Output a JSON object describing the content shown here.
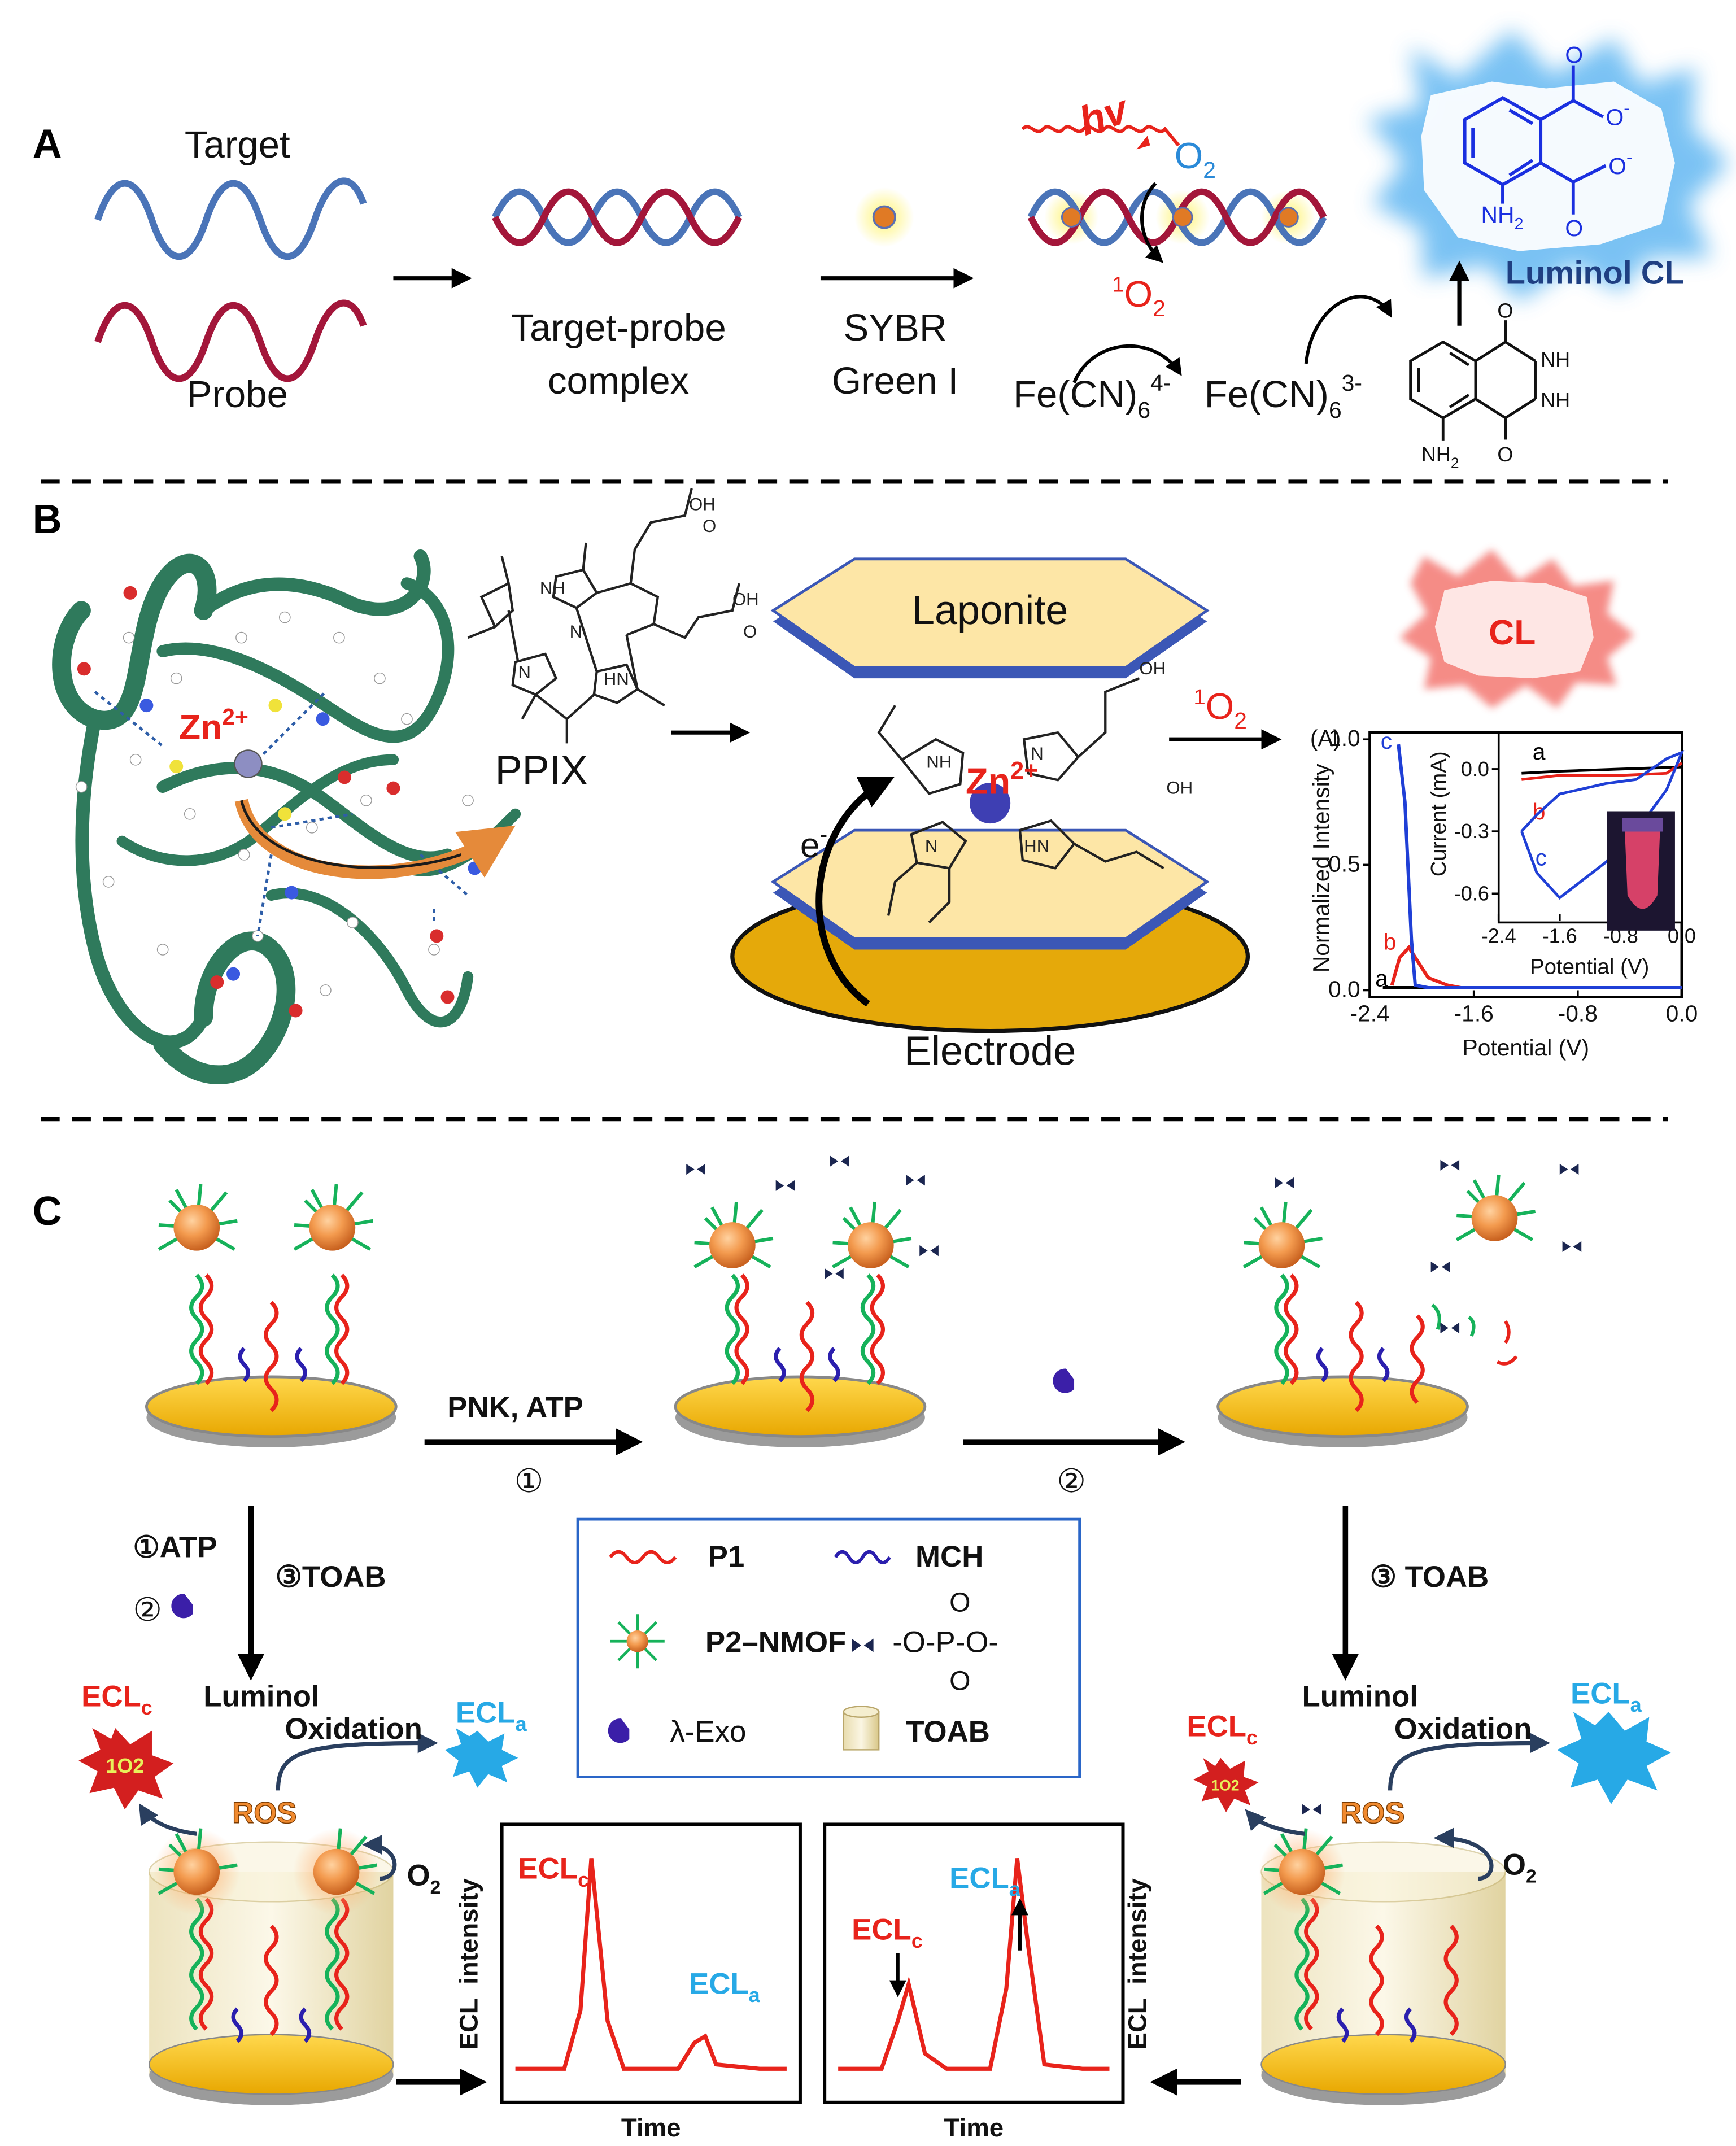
{
  "panels": {
    "a": {
      "letter": "A",
      "target": "Target",
      "probe": "Probe",
      "complex_line1": "Target-probe",
      "complex_line2": "complex",
      "sybr_line1": "SYBR",
      "sybr_line2": "Green I",
      "hv": "hv",
      "o2": "O",
      "o2_sub": "2",
      "singlet_sup": "1",
      "singlet_o": "O",
      "singlet_sub": "2",
      "fe_left": "Fe(CN)",
      "fe_left_sub": "6",
      "fe_left_sup": "4-",
      "fe_right": "Fe(CN)",
      "fe_right_sub": "6",
      "fe_right_sup": "3-",
      "luminol_cl": "Luminol CL",
      "o_minus": "O",
      "minus": "-",
      "nh2": "NH",
      "nh2_sub": "2",
      "nh": "NH",
      "o": "O"
    },
    "b": {
      "letter": "B",
      "zn": "Zn",
      "zn_sup": "2+",
      "ppix": "PPIX",
      "laponite": "Laponite",
      "electrode": "Electrode",
      "e_minus": "e",
      "e_sup": "-",
      "singlet_sup": "1",
      "singlet_o": "O",
      "singlet_sub": "2",
      "cl": "CL",
      "oh": "OH",
      "o": "O",
      "n": "N",
      "nh": "NH",
      "hn": "HN"
    },
    "c": {
      "letter": "C",
      "pnk_atp": "PNK, ATP",
      "step1": "①",
      "step2": "②",
      "step3_toab": "③ TOAB",
      "left_step1": "①ATP",
      "left_step2": "②",
      "left_step3": "③TOAB",
      "luminol": "Luminol",
      "oxidation": "Oxidation",
      "ecl_a": "ECL",
      "ecl_a_sub": "a",
      "ecl_c": "ECL",
      "ecl_c_sub": "c",
      "ros": "ROS",
      "singlet": "1O2",
      "o2": "O",
      "o2_sub": "2",
      "legend": {
        "p1": "P1",
        "mch": "MCH",
        "p2": "P2–NMOF",
        "phosphate": "-O-P-O-",
        "phosphate_o": "O",
        "exo": "λ-Exo",
        "toab": "TOAB"
      },
      "box_ylabel": "ECL  intensity",
      "box_xlabel": "Time"
    }
  },
  "chart_data": [
    {
      "type": "line",
      "panel": "B",
      "title": "(A)",
      "xlabel": "Potential (V)",
      "ylabel": "Normalized Intensity",
      "xlim": [
        -2.4,
        0.0
      ],
      "ylim": [
        0.0,
        1.0
      ],
      "xticks": [
        "-2.4",
        "-1.6",
        "-0.8",
        "0.0"
      ],
      "yticks": [
        "0.0",
        "0.5",
        "1.0"
      ],
      "series": [
        {
          "name": "a",
          "color": "#000000",
          "x": [
            -2.3,
            -2.2,
            -2.0,
            -1.8,
            0.0
          ],
          "y": [
            0.01,
            0.01,
            0.01,
            0.01,
            0.01
          ]
        },
        {
          "name": "b",
          "color": "#e8231b",
          "x": [
            -2.23,
            -2.17,
            -2.1,
            -1.95,
            -1.8,
            -1.7,
            0.0
          ],
          "y": [
            0.02,
            0.13,
            0.17,
            0.05,
            0.02,
            0.01,
            0.01
          ]
        },
        {
          "name": "c",
          "color": "#1f3fd6",
          "x": [
            -2.18,
            -2.13,
            -2.08,
            -2.05,
            -1.95,
            0.0
          ],
          "y": [
            0.98,
            0.75,
            0.2,
            0.02,
            0.01,
            0.01
          ]
        }
      ]
    },
    {
      "type": "line",
      "panel": "B inset",
      "xlabel": "Potential (V)",
      "ylabel": "Current (mA)",
      "xlim": [
        -2.4,
        0.0
      ],
      "ylim": [
        -0.7,
        0.15
      ],
      "xticks": [
        "-2.4",
        "-1.6",
        "-0.8",
        "0.0"
      ],
      "yticks": [
        "0.0",
        "-0.3",
        "-0.6"
      ],
      "series": [
        {
          "name": "a",
          "color": "#000000",
          "x": [
            -2.1,
            -1.6,
            -0.8,
            0.0
          ],
          "y": [
            -0.02,
            -0.01,
            0.0,
            0.01
          ]
        },
        {
          "name": "b",
          "color": "#e8231b",
          "x": [
            -2.1,
            -1.6,
            -0.8,
            -0.2,
            0.0
          ],
          "y": [
            -0.05,
            -0.03,
            -0.03,
            -0.02,
            0.03
          ]
        },
        {
          "name": "c",
          "color": "#1f3fd6",
          "x": [
            -2.1,
            -1.9,
            -1.6,
            -1.0,
            -0.5,
            -0.2,
            0.0,
            -0.2,
            -0.6,
            -1.0,
            -1.6,
            -1.9,
            -2.1
          ],
          "y": [
            -0.3,
            -0.5,
            -0.62,
            -0.45,
            -0.25,
            -0.1,
            0.08,
            0.05,
            -0.05,
            -0.07,
            -0.12,
            -0.22,
            -0.3
          ]
        }
      ]
    },
    {
      "type": "line",
      "panel": "C left",
      "xlabel": "Time",
      "ylabel": "ECL  intensity",
      "series": [
        {
          "name": "ECLc",
          "color": "#e8231b",
          "x": [
            0,
            18,
            24,
            28,
            34,
            40,
            60,
            66,
            70,
            74,
            90,
            100
          ],
          "y": [
            0.03,
            0.03,
            0.3,
            1.0,
            0.25,
            0.03,
            0.03,
            0.15,
            0.18,
            0.05,
            0.03,
            0.03
          ]
        }
      ]
    },
    {
      "type": "line",
      "panel": "C right",
      "xlabel": "Time",
      "ylabel": "ECL  intensity",
      "series": [
        {
          "name": "ECLc/ECLa",
          "color": "#e8231b",
          "x": [
            0,
            16,
            22,
            26,
            32,
            40,
            56,
            62,
            66,
            70,
            76,
            90,
            100
          ],
          "y": [
            0.03,
            0.03,
            0.25,
            0.42,
            0.1,
            0.03,
            0.03,
            0.4,
            1.0,
            0.6,
            0.05,
            0.03,
            0.03
          ]
        }
      ]
    }
  ]
}
